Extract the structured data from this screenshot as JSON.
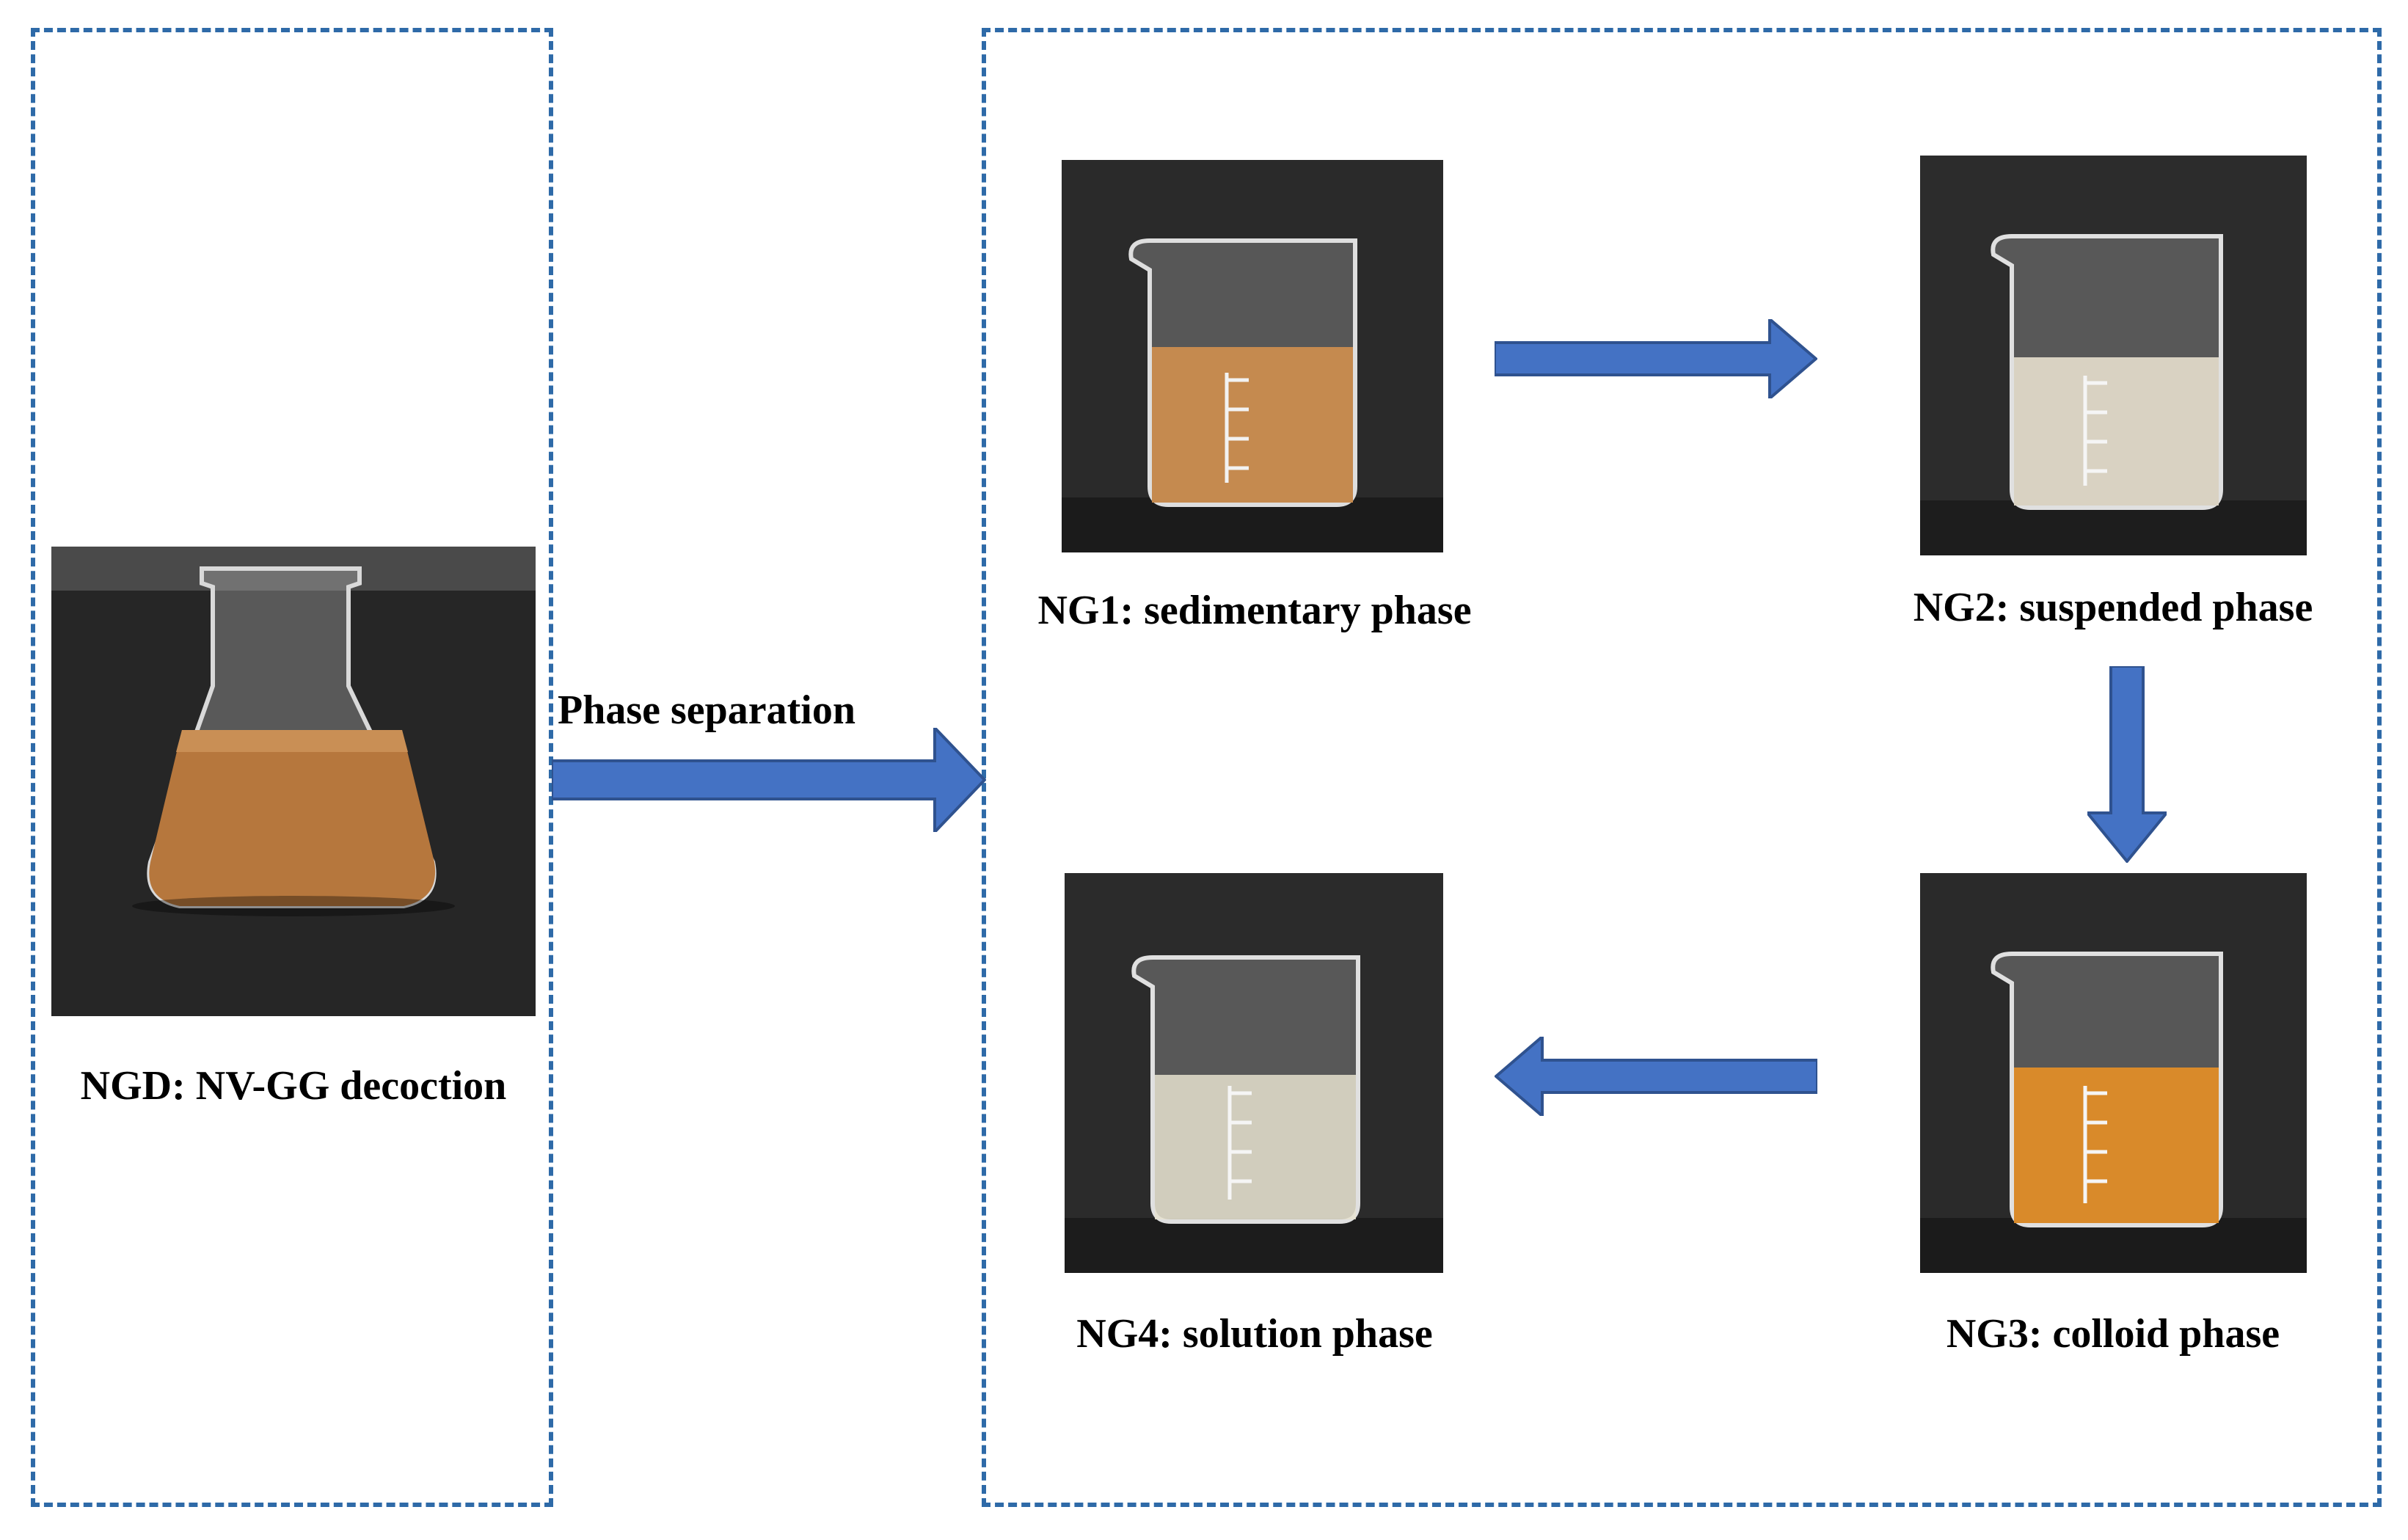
{
  "diagram": {
    "left_panel": {
      "photo_label": "NGD: NV-GG decoction"
    },
    "main_arrow_label": "Phase separation",
    "stages": [
      {
        "id": "ng1",
        "label": "NG1: sedimentary phase"
      },
      {
        "id": "ng2",
        "label": "NG2: suspended phase"
      },
      {
        "id": "ng3",
        "label": "NG3: colloid phase"
      },
      {
        "id": "ng4",
        "label": "NG4: solution phase"
      }
    ],
    "colors": {
      "border": "#2e6aa8",
      "arrow_fill": "#4472c4",
      "arrow_stroke": "#2f528f"
    }
  }
}
